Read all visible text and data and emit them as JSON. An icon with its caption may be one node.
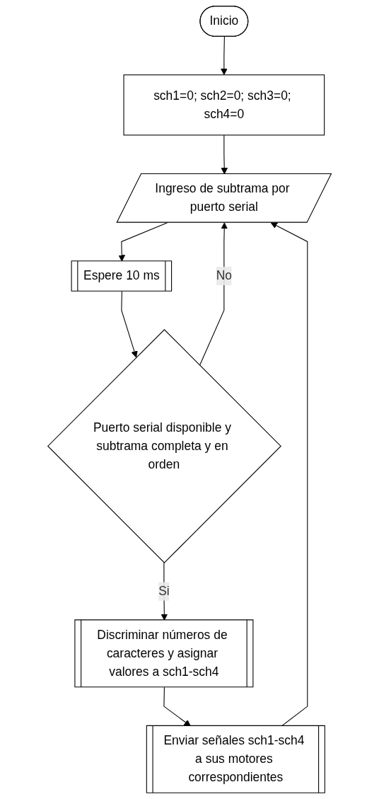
{
  "diagram": {
    "nodes": [
      {
        "text": [
          "Inicio"
        ]
      },
      {
        "text": [
          "sch1=0; sch2=0; sch3=0; sch4=0"
        ]
      },
      {
        "text": [
          "Ingreso de subtrama por puerto serial"
        ]
      },
      {
        "text": [
          "Espere 10 ms"
        ]
      },
      {
        "text": [
          "Puerto serial disponible y subtrama completa y en orden"
        ]
      },
      {
        "text": [
          "Discriminar números de caracteres y asignar valores a sch1-sch4"
        ]
      },
      {
        "text": [
          "Enviar señales sch1-sch4 a sus motores correspondientes"
        ]
      }
    ],
    "edges": [
      {
        "from": 0,
        "to": 1,
        "arrow": "to"
      },
      {
        "from": 1,
        "to": 2,
        "arrow": "to"
      },
      {
        "from": 2,
        "to": 3,
        "arrow": "to"
      },
      {
        "from": 3,
        "to": 4,
        "arrow": "to"
      },
      {
        "from": 4,
        "to": 2,
        "label": "No",
        "arrow": "to"
      },
      {
        "from": 4,
        "to": 5,
        "label": "Si",
        "arrow": "to"
      },
      {
        "from": 5,
        "to": 6,
        "arrow": "to"
      },
      {
        "from": 6,
        "to": 2,
        "arrow": "to"
      }
    ]
  }
}
